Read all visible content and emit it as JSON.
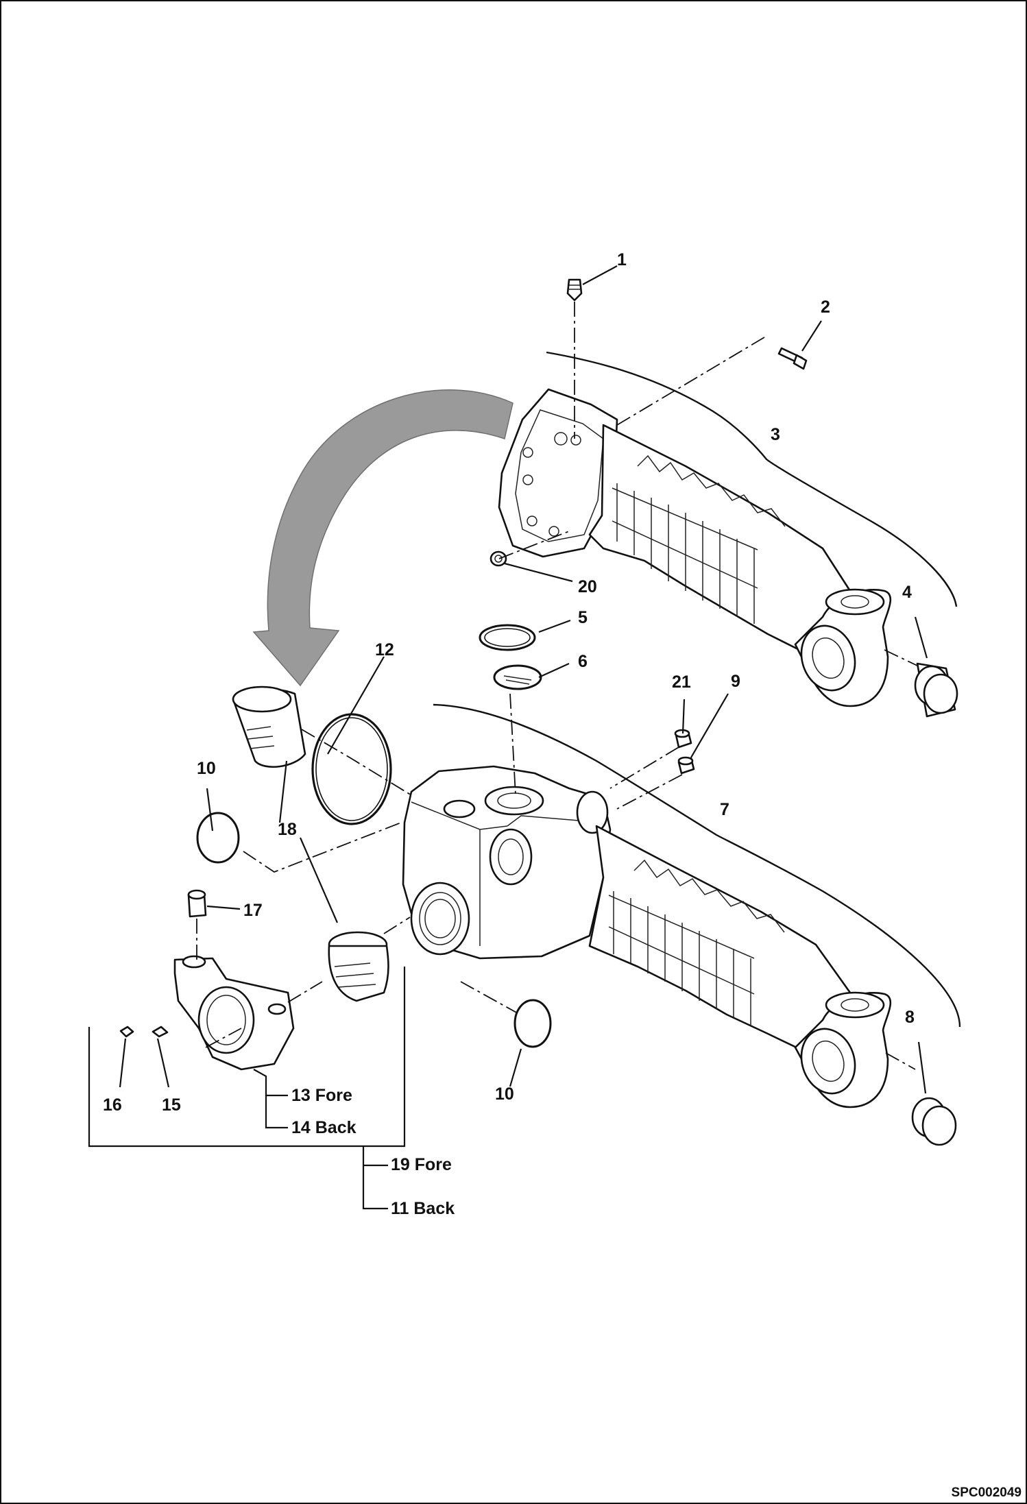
{
  "figure_code": "SPC002049",
  "callouts": {
    "c1": "1",
    "c2": "2",
    "c3": "3",
    "c4": "4",
    "c5": "5",
    "c6": "6",
    "c7": "7",
    "c8": "8",
    "c9": "9",
    "c10a": "10",
    "c10b": "10",
    "c12": "12",
    "c15": "15",
    "c16": "16",
    "c17": "17",
    "c18": "18",
    "c20": "20",
    "c21": "21",
    "c13": "13 Fore",
    "c14": "14 Back",
    "c19": "19 Fore",
    "c11": "11 Back"
  }
}
